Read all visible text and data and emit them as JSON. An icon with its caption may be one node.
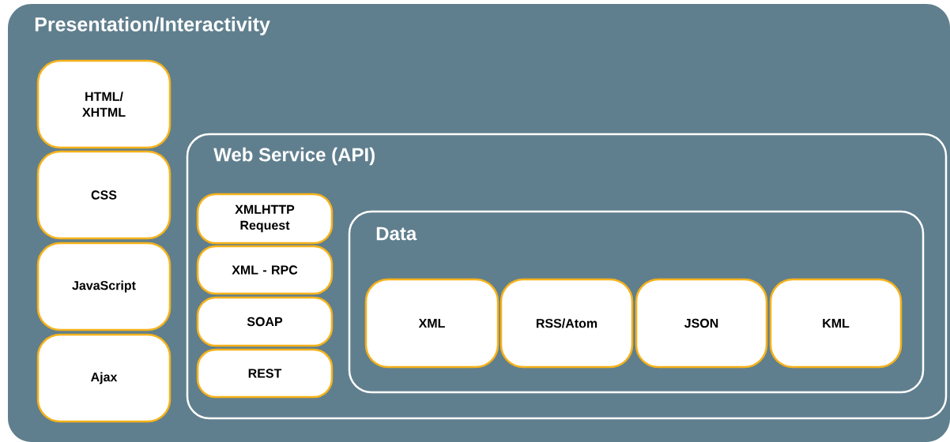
{
  "diagram": {
    "nodes": [
      {
        "text": [
          "Presentation/Interactivity"
        ]
      },
      {
        "text": [
          "HTML/ XHTML"
        ],
        "in": 0
      },
      {
        "text": [
          "CSS"
        ],
        "in": 0
      },
      {
        "text": [
          "JavaScript"
        ],
        "in": 0
      },
      {
        "text": [
          "Ajax"
        ],
        "in": 0
      },
      {
        "text": [
          "Web Service (API)"
        ],
        "in": 0
      },
      {
        "text": [
          "XMLHTTP Request"
        ],
        "in": 5
      },
      {
        "text": [
          "XML - RPC"
        ],
        "in": 5
      },
      {
        "text": [
          "SOAP"
        ],
        "in": 5
      },
      {
        "text": [
          "REST"
        ],
        "in": 5
      },
      {
        "text": [
          "Data"
        ],
        "in": 5
      },
      {
        "text": [
          "XML"
        ],
        "in": 10
      },
      {
        "text": [
          "RSS/Atom"
        ],
        "in": 10
      },
      {
        "text": [
          "JSON"
        ],
        "in": 10
      },
      {
        "text": [
          "KML"
        ],
        "in": 10
      }
    ]
  }
}
